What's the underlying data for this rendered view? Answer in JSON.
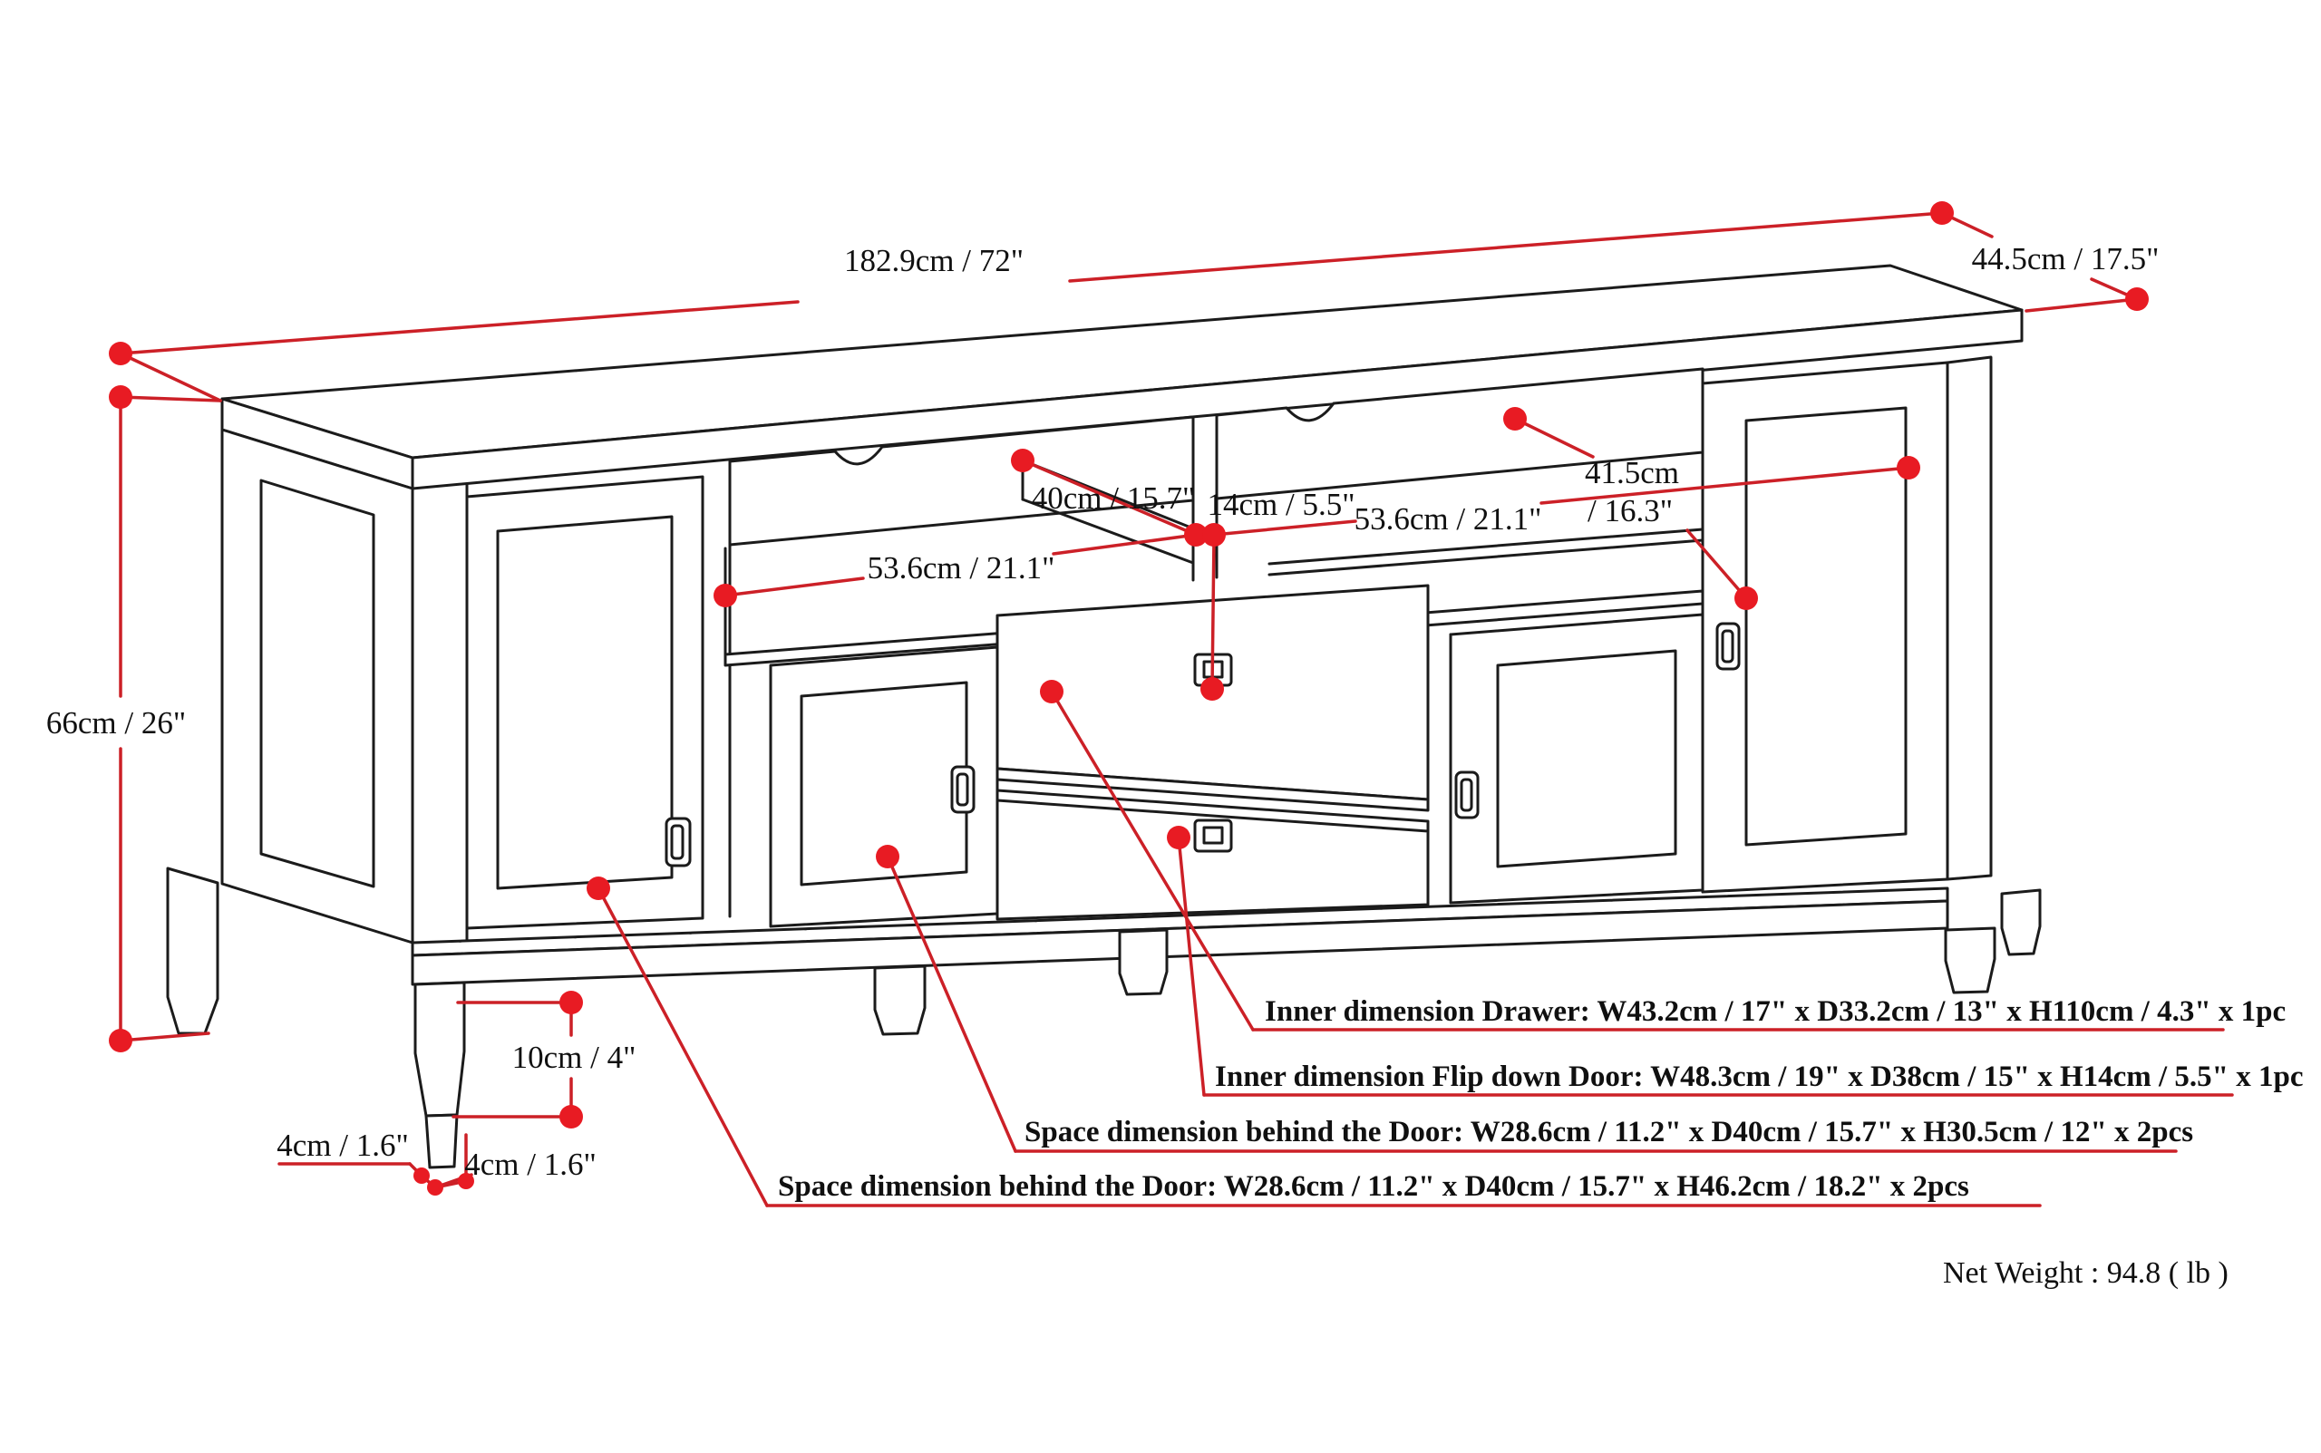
{
  "diagram_type": "furniture-dimension-drawing",
  "product": "TV stand cabinet line drawing with dimension callouts",
  "colors": {
    "background": "#ffffff",
    "line_art": "#1b1b1b",
    "dimension_accent": "#cc2027",
    "dimension_dot": "#e81b23"
  },
  "dims": {
    "top_width": "182.9cm / 72\"",
    "top_depth": "44.5cm / 17.5\"",
    "height": "66cm / 26\"",
    "shelf_depth": "40cm / 15.7\"",
    "flip_opening": "14cm / 5.5\"",
    "left_opening_width": "53.6cm / 21.1\"",
    "right_opening_width": "53.6cm / 21.1\"",
    "right_opening_depth_l1": "41.5cm",
    "right_opening_depth_l2": "/ 16.3\"",
    "leg_height": "10cm / 4\"",
    "foot_width_left": "4cm / 1.6\"",
    "foot_width_right": "4cm / 1.6\""
  },
  "callouts": {
    "drawer": "Inner dimension Drawer: W43.2cm / 17\" x D33.2cm / 13\" x H110cm / 4.3\" x 1pc",
    "flip_door": "Inner dimension Flip down Door: W48.3cm / 19\" x D38cm / 15\" x H14cm / 5.5\" x 1pc",
    "door_short": "Space dimension behind the Door: W28.6cm / 11.2\" x D40cm / 15.7\" x H30.5cm / 12\" x 2pcs",
    "door_tall": "Space dimension behind the Door:  W28.6cm / 11.2\" x D40cm / 15.7\" x H46.2cm / 18.2\" x 2pcs"
  },
  "net_weight": "Net Weight : 94.8 ( lb )"
}
